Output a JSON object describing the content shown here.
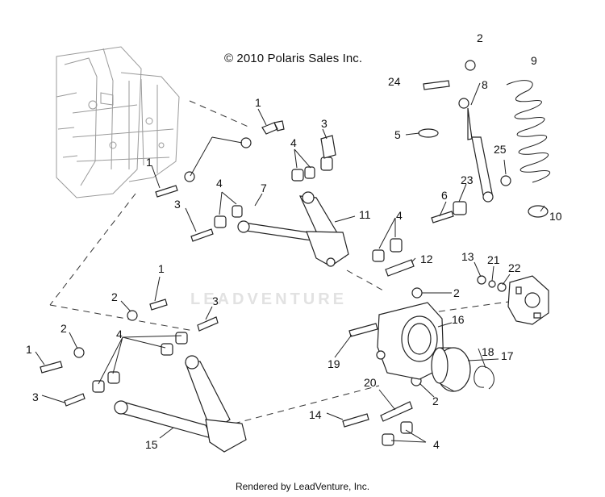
{
  "copyright": "© 2010 Polaris Sales Inc.",
  "footer": "Rendered by LeadVenture, Inc.",
  "watermark": "LEADVENTURE",
  "callouts": [
    "1",
    "2",
    "24",
    "8",
    "9",
    "3",
    "5",
    "4",
    "25",
    "23",
    "6",
    "10",
    "7",
    "11",
    "1",
    "4",
    "3",
    "13",
    "12",
    "21",
    "22",
    "2",
    "16",
    "17",
    "2",
    "1",
    "3",
    "1",
    "18",
    "4",
    "19",
    "20",
    "2",
    "14",
    "15",
    "3",
    "4",
    "2",
    "4"
  ]
}
